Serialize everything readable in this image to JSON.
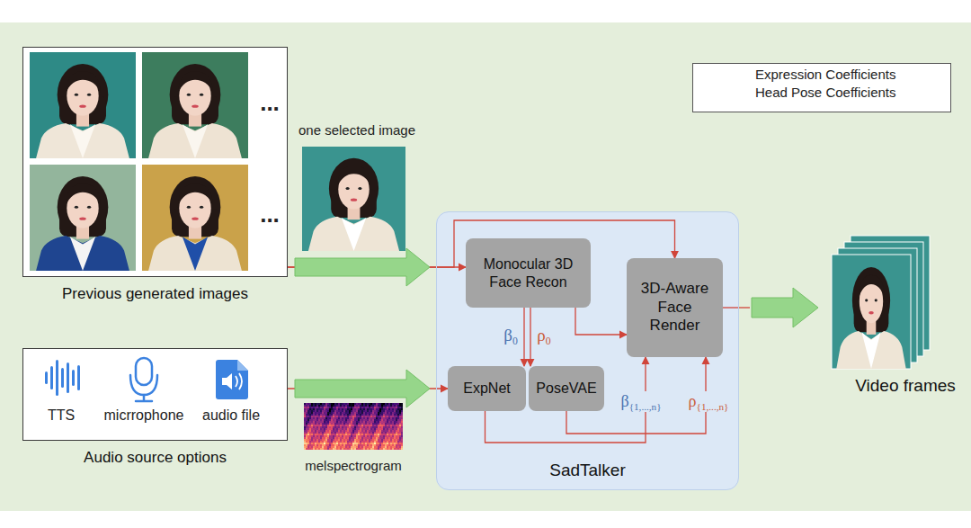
{
  "diagram": {
    "nodes": [
      {
        "text": [
          "Previous generated images"
        ]
      },
      {
        "text": [
          "Audio source options"
        ]
      },
      {
        "text": [
          "SadTalker"
        ]
      },
      {
        "text": [
          "Monocular 3D Face Recon"
        ],
        "in": 2
      },
      {
        "text": [
          "3D-Aware Face Render"
        ],
        "in": 2
      },
      {
        "text": [
          "ExpNet"
        ],
        "in": 2
      },
      {
        "text": [
          "PoseVAE"
        ],
        "in": 2
      }
    ],
    "edges": [
      {
        "from": 0,
        "to": 3,
        "arrow": "to"
      },
      {
        "from": 0,
        "to": 4,
        "arrow": "to"
      },
      {
        "from": 1,
        "to": 5,
        "arrow": "to"
      },
      {
        "from": 3,
        "to": 5,
        "arrow": "to"
      },
      {
        "from": 3,
        "to": 6,
        "arrow": "to"
      },
      {
        "from": 3,
        "to": 4,
        "arrow": "to"
      },
      {
        "from": 5,
        "to": 4,
        "arrow": "to"
      },
      {
        "from": 6,
        "to": 4,
        "arrow": "to"
      }
    ],
    "labels": [
      "...",
      "...",
      "one selected image",
      "TTS",
      "micrrophone",
      "audio file",
      "melspectrogram",
      "β0",
      "ρ0",
      "β0",
      "ρ0",
      "β{1,...,n}",
      "ρ{1,...,n}",
      "Video frames"
    ],
    "legend": [
      {
        "text": "Expression Coefficients"
      },
      {
        "text": "Head Pose Coefficients"
      }
    ]
  }
}
